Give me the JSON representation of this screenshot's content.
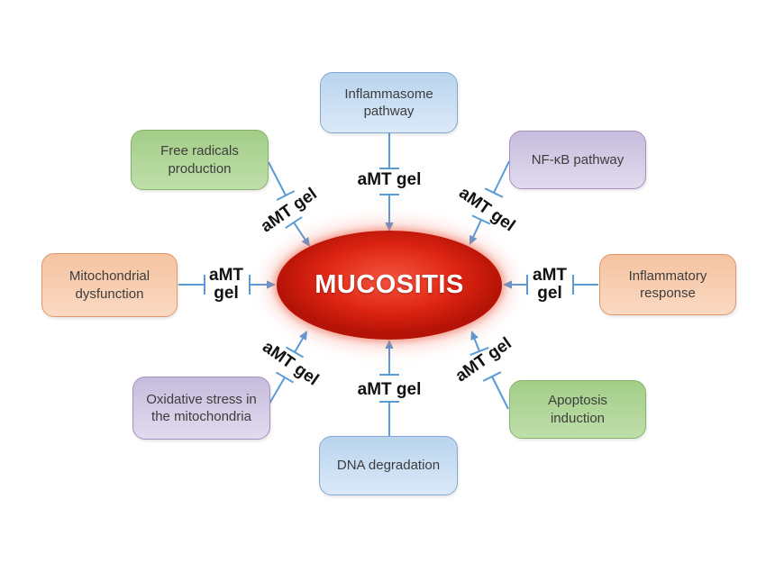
{
  "figure": {
    "center_label": "MUCOSITIS",
    "inhibitor_label": "aMT gel",
    "connector_color": "#5b9bd5",
    "center_gradient": [
      "#f25341",
      "#e73823",
      "#dd2412",
      "#b51307"
    ],
    "center_glow": "rgba(240,95,72,0.45)",
    "nodes": [
      {
        "label": "Inflammasome pathway",
        "color": "blue"
      },
      {
        "label": "NF-κB pathway",
        "color": "purple"
      },
      {
        "label": "Inflammatory response",
        "color": "orange"
      },
      {
        "label": "Apoptosis induction",
        "color": "green"
      },
      {
        "label": "DNA degradation",
        "color": "blue"
      },
      {
        "label": "Oxidative stress in the mitochondria",
        "color": "purple"
      },
      {
        "label": "Mitochondrial dysfunction",
        "color": "orange"
      },
      {
        "label": "Free radicals production",
        "color": "green"
      }
    ],
    "palette": {
      "blue": {
        "fill_top": "#b9d4ee",
        "fill_bottom": "#dbe9f8",
        "border": "#83a9d3"
      },
      "green": {
        "fill_top": "#a3cd87",
        "fill_bottom": "#bfdfab",
        "border": "#86b369"
      },
      "purple": {
        "fill_top": "#c7bcdd",
        "fill_bottom": "#e1dbee",
        "border": "#a48fc0"
      },
      "orange": {
        "fill_top": "#f5c3a0",
        "fill_bottom": "#fbd9c2",
        "border": "#e3966b"
      }
    }
  }
}
